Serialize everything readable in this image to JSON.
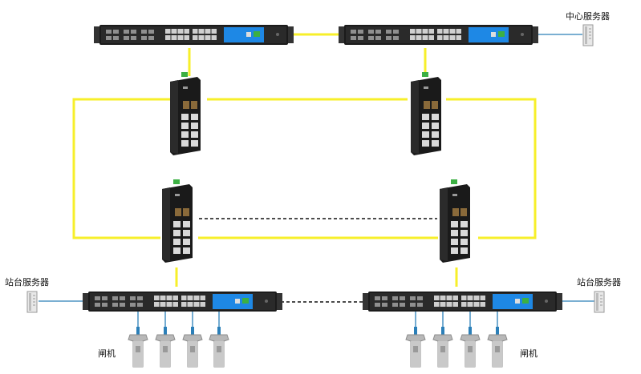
{
  "labels": {
    "center_server": "中心服务器",
    "station_server_left": "站台服务器",
    "station_server_right": "站台服务器",
    "gate_left": "闸机",
    "gate_right": "闸机"
  },
  "colors": {
    "ring_link": "#f7ef2a",
    "copper_link": "#2b7fb8",
    "switch_body": "#1b1b1b",
    "switch_panel": "#2f2f2f",
    "port": "#c9c9c9",
    "sfp": "#8f8f8f",
    "brand_panel": "#1e88e5",
    "terminal_green": "#3cb043",
    "server": "#e6e6e6",
    "gate": "#b5b5b5",
    "dashed": "#111111"
  }
}
